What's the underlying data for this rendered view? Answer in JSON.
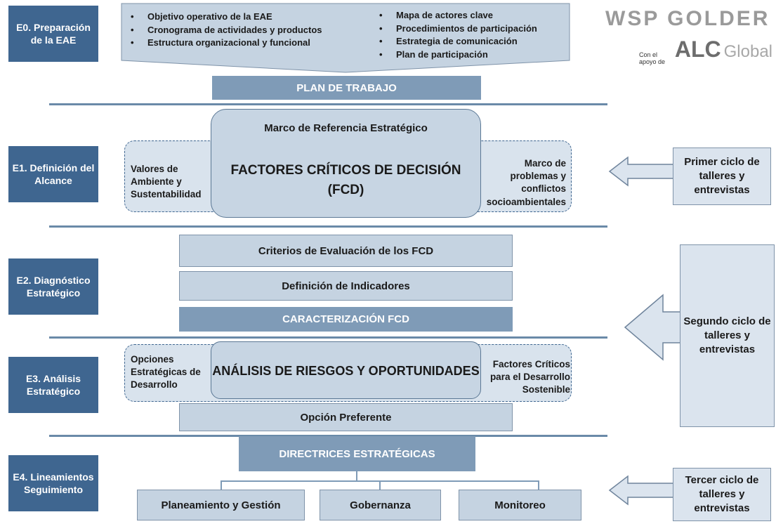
{
  "stages": {
    "e0": "E0. Preparación de la EAE",
    "e1": "E1. Definición del Alcance",
    "e2": "E2. Diagnóstico Estratégico",
    "e3": "E3. Análisis Estratégico",
    "e4": "E4. Lineamientos Seguimiento"
  },
  "prep": {
    "left_items": [
      "Objetivo operativo de la EAE",
      "Cronograma de actividades y productos",
      "Estructura organizacional y funcional"
    ],
    "right_items": [
      "Mapa de actores clave",
      "Procedimientos de participación",
      "Estrategia de comunicación",
      "Plan de participación"
    ]
  },
  "logo": {
    "brand": "WSP GOLDER",
    "support_text": "Con el apoyo de",
    "partner_a": "ALC",
    "partner_b": "Global"
  },
  "plan_de_trabajo": "PLAN DE TRABAJO",
  "e1_block": {
    "marco_referencia": "Marco de Referencia Estratégico",
    "fcd_title_line1": "FACTORES CRÍTICOS DE DECISIÓN",
    "fcd_title_line2": "(FCD)",
    "left_text": "Valores de Ambiente y Sustentabilidad",
    "right_text": "Marco de problemas y conflictos socioambientales"
  },
  "e2_block": {
    "criterios": "Criterios de Evaluación de los FCD",
    "indicadores": "Definición de Indicadores",
    "caracterizacion": "CARACTERIZACIÓN FCD"
  },
  "e3_block": {
    "analisis": "ANÁLISIS DE RIESGOS Y OPORTUNIDADES",
    "left_text": "Opciones Estratégicas de Desarrollo",
    "right_text": "Factores Críticos para el Desarrollo Sostenible",
    "opcion": "Opción Preferente"
  },
  "e4_block": {
    "directrices": "DIRECTRICES ESTRATÉGICAS",
    "items": [
      "Planeamiento y Gestión",
      "Gobernanza",
      "Monitoreo"
    ]
  },
  "cycles": {
    "first": "Primer ciclo de talleres y entrevistas",
    "second": "Segundo ciclo de talleres y entrevistas",
    "third": "Tercer ciclo de talleres y entrevistas"
  },
  "colors": {
    "stage_bg": "#3f6690",
    "bar_dark": "#7f9bb7",
    "box_light": "#c5d3e1",
    "dashed_border": "#3f6690"
  }
}
